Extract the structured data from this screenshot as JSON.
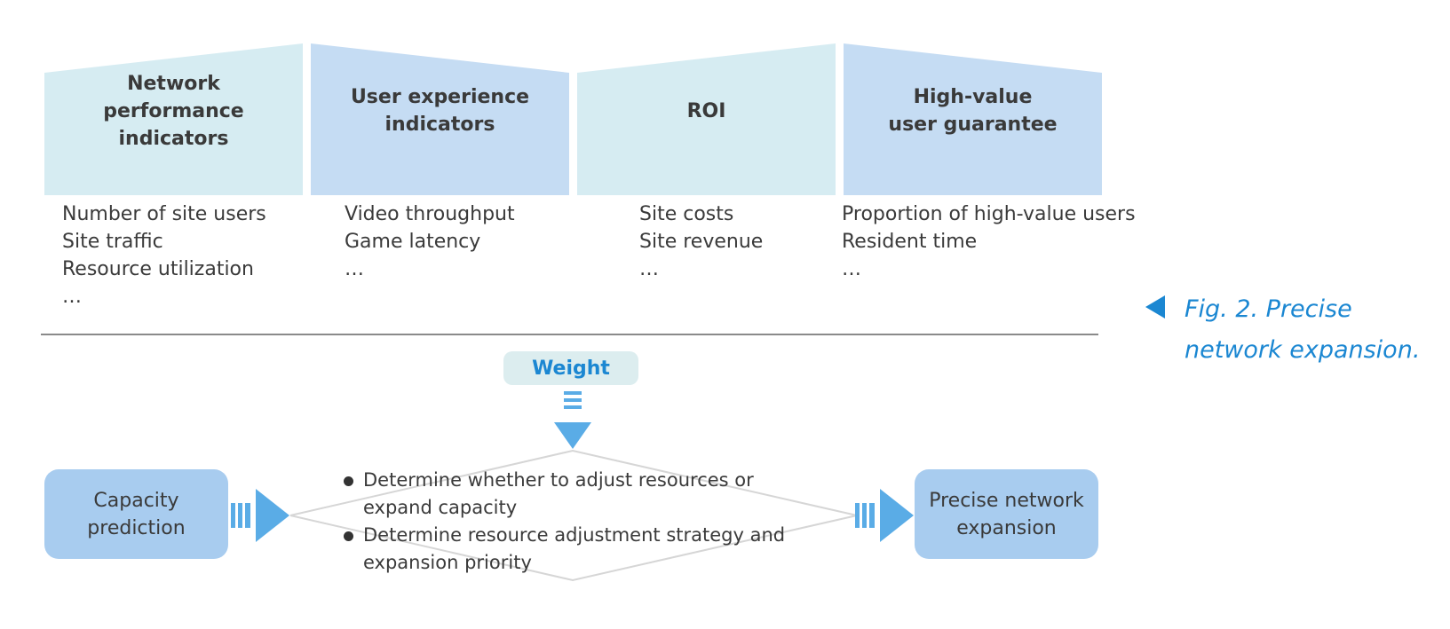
{
  "columns": [
    {
      "header": "Network\nperformance\nindicators",
      "items": [
        "Number of site users",
        "Site traffic",
        "Resource utilization",
        "…"
      ]
    },
    {
      "header": "User experience\nindicators",
      "items": [
        "Video throughput",
        "Game latency",
        "…"
      ]
    },
    {
      "header": "ROI",
      "items": [
        "Site costs",
        "Site revenue",
        "…"
      ]
    },
    {
      "header": "High-value\nuser guarantee",
      "items": [
        "Proportion of high-value users",
        "Resident time",
        "…"
      ]
    }
  ],
  "weight_label": "Weight",
  "left_box_label": "Capacity\nprediction",
  "right_box_label": "Precise network\nexpansion",
  "decision_bullets": [
    "Determine whether to adjust resources or expand capacity",
    "Determine resource adjustment strategy and expansion priority"
  ],
  "caption": {
    "line1": "Fig. 2. Precise",
    "line2": "network expansion."
  },
  "colors": {
    "header_light": "#d6ecf2",
    "header_blue": "#c5dcf3",
    "box_blue": "#a8ccef",
    "arrow_blue": "#5aace6",
    "accent": "#1b87d2"
  }
}
